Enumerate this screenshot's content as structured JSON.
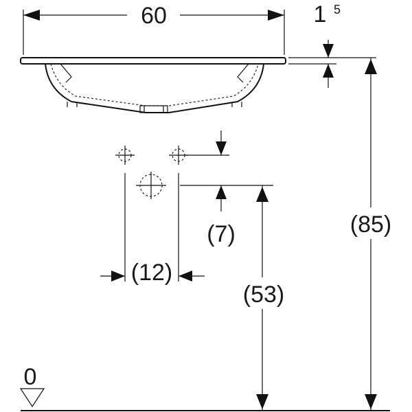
{
  "dimensions": {
    "width": "60",
    "rim_thickness": "1",
    "rim_thickness_sup": "5",
    "total_height": "(85)",
    "waste_height": "(53)",
    "tap_offset": "(7)",
    "tap_spacing": "(12)",
    "floor_level": "0"
  }
}
